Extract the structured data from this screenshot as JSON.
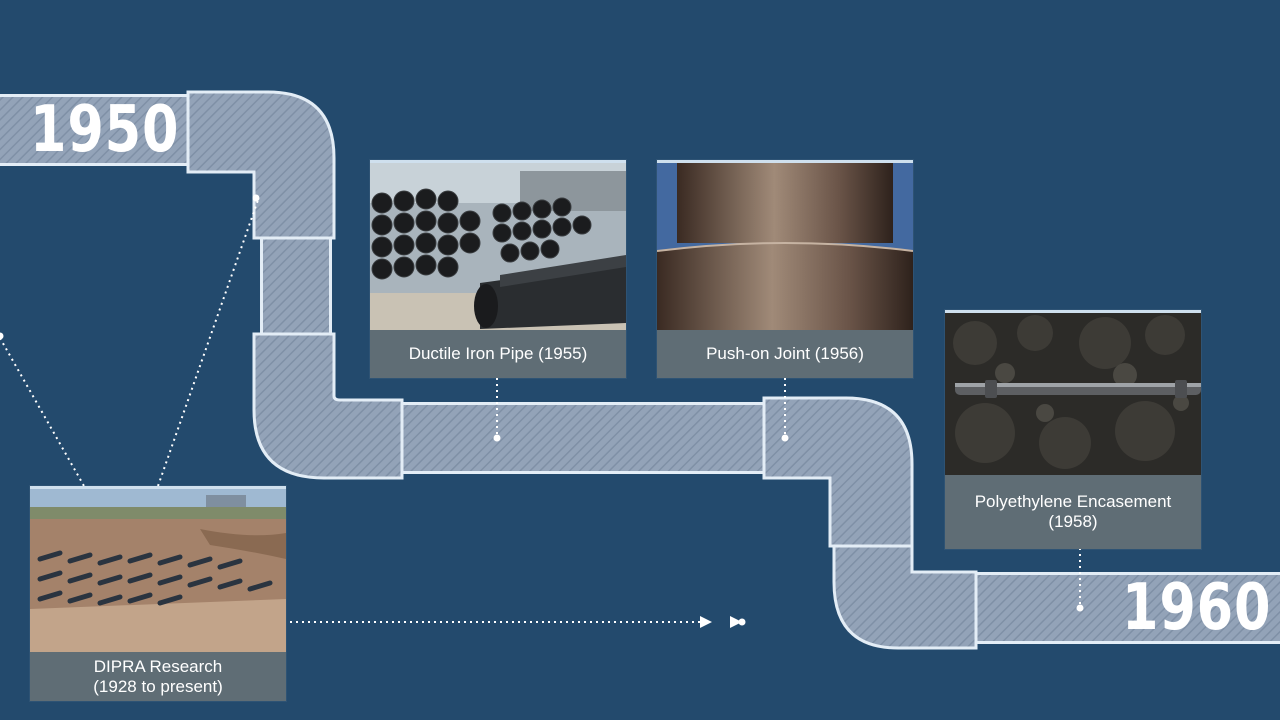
{
  "timeline": {
    "start_year": "1950",
    "end_year": "1960"
  },
  "milestones": [
    {
      "id": "ductile-iron-pipe",
      "caption_line1": "Ductile Iron Pipe (1955)",
      "caption_line2": ""
    },
    {
      "id": "push-on-joint",
      "caption_line1": "Push-on Joint (1956)",
      "caption_line2": ""
    },
    {
      "id": "polyethylene-encasement",
      "caption_line1": "Polyethylene Encasement",
      "caption_line2": "(1958)"
    },
    {
      "id": "dipra-research",
      "caption_line1": "DIPRA Research",
      "caption_line2": "(1928 to present)"
    }
  ],
  "colors": {
    "background": "#234a6d",
    "pipe_fill": "#93a3b8",
    "pipe_outline": "#e3edf6",
    "caption_bg": "#5f6d75",
    "dotted_connector": "#ffffff"
  }
}
